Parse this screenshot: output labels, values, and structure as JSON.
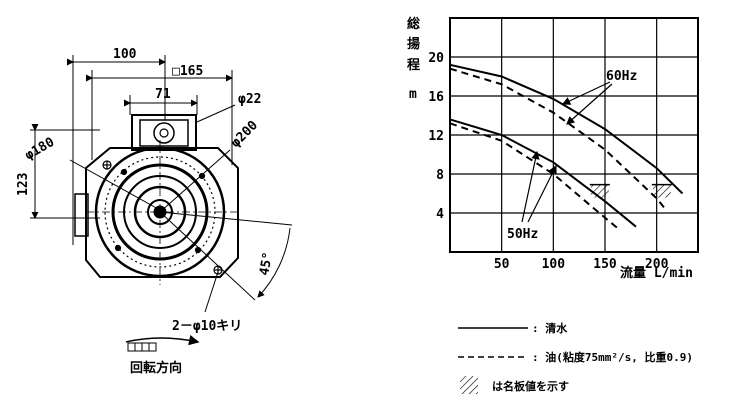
{
  "pump_drawing": {
    "dimensions": {
      "width": "100",
      "flange_square": "□165",
      "flange_offset": "71",
      "phi_pipe": "φ22",
      "phi_180": "φ180",
      "phi_200": "φ200",
      "height": "123",
      "angle": "45°",
      "holes": "2－φ10キリ"
    },
    "rotation_label": "回転方向"
  },
  "chart_data": {
    "type": "line",
    "ylabel": "総揚程",
    "yunit": "m",
    "xlabel": "流量 L/min",
    "xlim": [
      0,
      240
    ],
    "ylim": [
      0,
      24
    ],
    "x_ticks": [
      50,
      100,
      150,
      200
    ],
    "y_ticks": [
      4,
      8,
      12,
      16,
      20
    ],
    "grid": true,
    "annotations": [
      "60Hz",
      "50Hz"
    ],
    "series": [
      {
        "group": "60Hz",
        "style": "solid",
        "x": [
          0,
          50,
          100,
          150,
          200,
          225
        ],
        "y": [
          19.2,
          18.0,
          15.7,
          12.6,
          8.6,
          6.0
        ]
      },
      {
        "group": "60Hz",
        "style": "dashed",
        "x": [
          0,
          50,
          100,
          150,
          200,
          210
        ],
        "y": [
          18.8,
          17.2,
          14.3,
          10.5,
          5.5,
          4.2
        ]
      },
      {
        "group": "50Hz",
        "style": "solid",
        "x": [
          0,
          50,
          100,
          150,
          180
        ],
        "y": [
          13.6,
          12.0,
          9.2,
          5.2,
          2.6
        ]
      },
      {
        "group": "50Hz",
        "style": "dashed",
        "x": [
          0,
          50,
          100,
          140,
          165
        ],
        "y": [
          13.2,
          11.4,
          8.0,
          4.4,
          2.2
        ]
      }
    ],
    "rated_marks": [
      {
        "x": 145,
        "y": 6.5
      },
      {
        "x": 205,
        "y": 6.5
      }
    ]
  },
  "legend": {
    "solid": ": 清水",
    "dashed": ": 油(粘度75mm²/s, 比重0.9)",
    "hatch": "は名板値を示す"
  }
}
